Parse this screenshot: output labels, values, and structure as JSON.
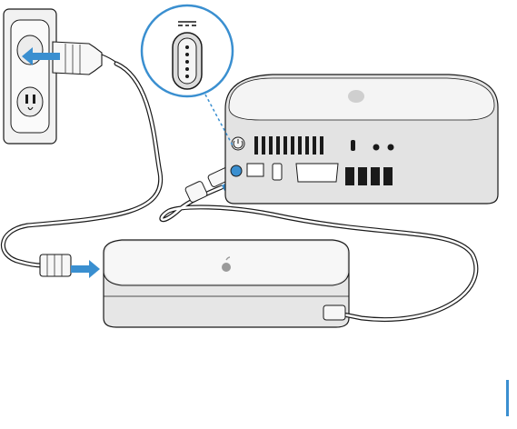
{
  "figure": {
    "kind": "hardware setup illustration",
    "devices": [
      "wall-outlet",
      "ac-plug",
      "power-cord",
      "power-adapter",
      "dc-plug",
      "mac-mini"
    ],
    "callout": {
      "symbol": "dc-power-symbol",
      "content": "dc-connector-face"
    }
  },
  "colors": {
    "line": "#1a1a1a",
    "outlet_face": "#f2f2f2",
    "mac_top": "#f4f4f4",
    "mac_back": "#e3e3e3",
    "adapter_top": "#f7f7f7",
    "adapter_front": "#e6e6e6",
    "arrow": "#3a8fd0",
    "callout": "#3a8fd0",
    "page_marker": "#3a8fd0"
  }
}
